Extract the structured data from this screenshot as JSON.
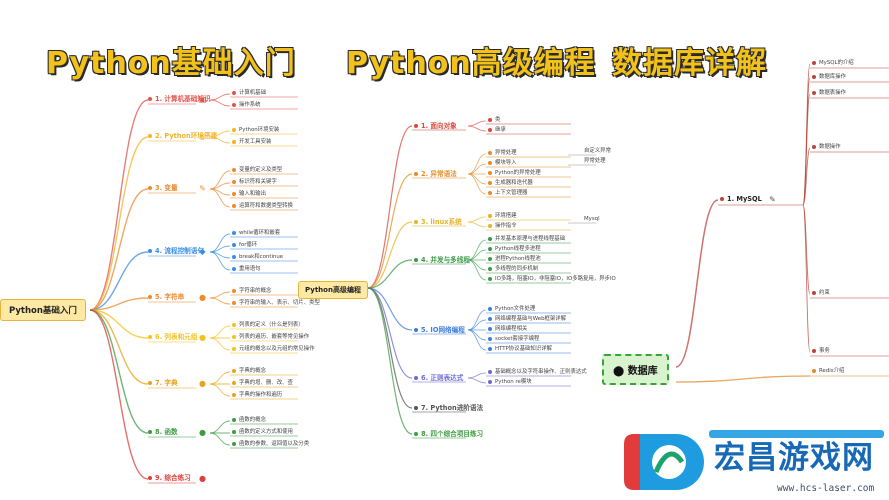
{
  "titles": {
    "left": "Python基础入门",
    "middle": "Python高级编程",
    "right": "数据库详解"
  },
  "left_map": {
    "root": "Python基础入门",
    "sections": [
      {
        "label": "1. 计算机基础知识",
        "icon": "monitor-icon",
        "color": "#e2544b",
        "children": [
          "计算机基础",
          "操作系统"
        ]
      },
      {
        "label": "2. Python环境搭建",
        "icon": "phone-icon",
        "color": "#f0b429",
        "children": [
          "Python环境安装",
          "开发工具安装"
        ]
      },
      {
        "label": "3. 变量",
        "icon": "tool-icon",
        "color": "#e98a2f",
        "children": [
          "变量的定义及类型",
          "标识符和关键字",
          "输入和输出",
          "运算符和数据类型转换"
        ]
      },
      {
        "label": "4. 流程控制语句",
        "icon": "car-icon",
        "color": "#3c8de0",
        "children": [
          "while循环和嵌套",
          "for循环",
          "break和continue",
          "重用语句"
        ]
      },
      {
        "label": "5. 字符串",
        "icon": "orange-icon",
        "color": "#ef8a2d",
        "children": [
          "字符串的概念",
          "字符串的输入、表示、切片、类型"
        ]
      },
      {
        "label": "6. 列表和元组",
        "icon": "lemon-icon",
        "color": "#f2c31d",
        "children": [
          "列表的定义（什么是列表）",
          "列表的遍历、嵌套等常见操作",
          "元组的概念以及元组的常见操作"
        ]
      },
      {
        "label": "7. 字典",
        "icon": "lemon-icon",
        "color": "#e7a41b",
        "children": [
          "字典的概念",
          "字典的增、删、改、查",
          "字典的操作和遍历"
        ]
      },
      {
        "label": "8. 函数",
        "icon": "apple-icon",
        "color": "#3f9b42",
        "children": [
          "函数的概念",
          "函数的定义方式和使用",
          "函数的参数、返回值以及分类"
        ]
      },
      {
        "label": "9. 综合练习",
        "icon": "apple-icon",
        "color": "#d9403b",
        "children": []
      }
    ]
  },
  "middle_map": {
    "root": "Python高级编程",
    "sections": [
      {
        "label": "1. 面向对象",
        "color": "#d44a3d",
        "children": [
          "类",
          "继承"
        ]
      },
      {
        "label": "2. 异常语法",
        "color": "#e58c2a",
        "children": [
          "异常处理",
          "模块导入",
          "Python的异常处理",
          "生成器和迭代器",
          "上下文管理器"
        ]
      },
      {
        "label": "3. linux系统",
        "color": "#e8b22a",
        "children": [
          "环境搭建",
          "操作指令"
        ]
      },
      {
        "label": "4. 并发与多线程",
        "color": "#3b9a4a",
        "children": [
          "并发基本原理与进程线程基础",
          "Python线程多进程",
          "进程Python线程池",
          "多线程的同步机制",
          "IO多路，阻塞IO，非阻塞IO，IO多路复用，异步IO"
        ]
      },
      {
        "label": "5. IO网络编程",
        "color": "#3d7fd8",
        "children": [
          "Python文件处理",
          "网络编程基础与Web框架详解",
          "网络编程相关",
          "socket套接字编程",
          "HTTP协议基础知识详解"
        ]
      },
      {
        "label": "6. 正则表达式",
        "color": "#6b6bd4",
        "children": [
          "基础概念以及字符串操作、正则表达式",
          "Python re模块"
        ]
      },
      {
        "label": "7. Python进阶语法",
        "color": "#555555",
        "children": []
      },
      {
        "label": "8. 四个综合项目练习",
        "color": "#3f9b42",
        "children": []
      }
    ],
    "side_labels": [
      "自定义异常",
      "异常处理",
      "Mysql"
    ]
  },
  "right_map": {
    "root": "数据库",
    "mysql_label": "1. MySQL",
    "mysql_children": [
      "MySQL的介绍",
      "数据库操作",
      "数据表操作",
      "数据操作",
      "约束",
      "事务"
    ],
    "redis_children": [
      "Redis介绍"
    ]
  },
  "watermark": {
    "text": "宏昌游戏网",
    "url": "www.hcs-laser.com"
  }
}
